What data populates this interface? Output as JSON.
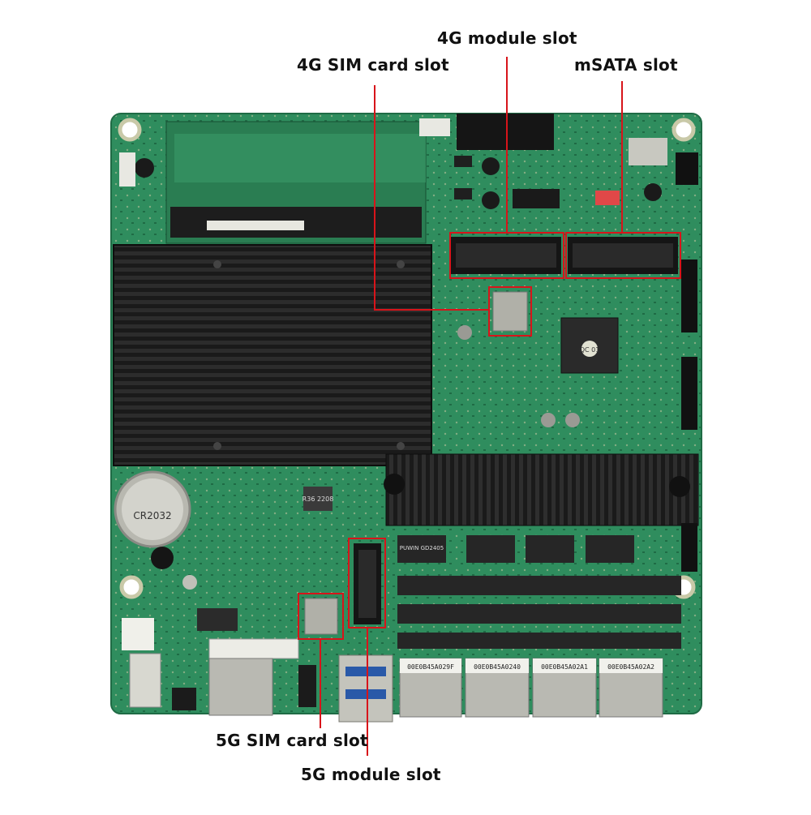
{
  "callouts": {
    "module_4g": "4G module slot",
    "sim_4g": "4G SIM card slot",
    "msata": "mSATA slot",
    "sim_5g": "5G SIM card slot",
    "module_5g": "5G module slot"
  },
  "board_markings": {
    "mac_labels": [
      "00E0B45A029F",
      "00E0B45A0240",
      "00E0B45A02A1",
      "00E0B45A02A2"
    ],
    "battery": "CR2032",
    "chip_qc": "QC 01",
    "inductor": "R36 2208",
    "lan_chip": "PUWIN GD2405"
  },
  "colors": {
    "pcb_green": "#2f8d5e",
    "pcb_dark": "#1f6b45",
    "heatsink": "#1c1c1c",
    "callout_line": "#d8141a",
    "label_text": "#111111"
  }
}
